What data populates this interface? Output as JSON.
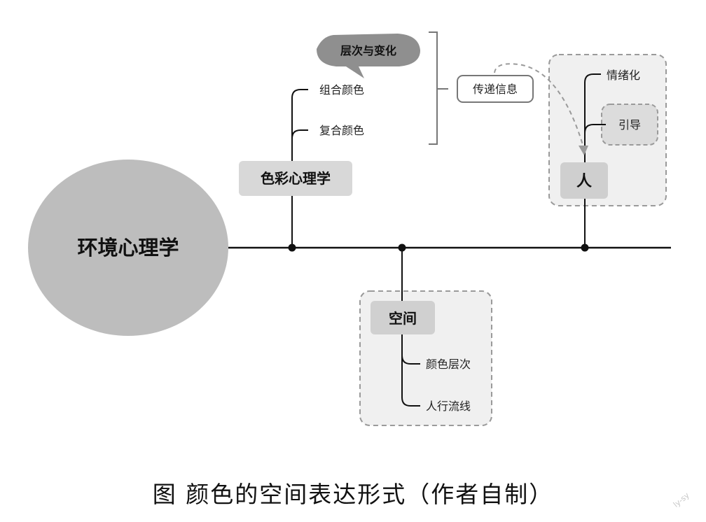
{
  "nodes": {
    "center": "环境心理学",
    "color_psychology": "色彩心理学",
    "combined_colors": "组合颜色",
    "compound_colors": "复合颜色",
    "layers_and_change": "层次与变化",
    "convey_info": "传递信息",
    "person": "人",
    "emotion": "情绪化",
    "guide": "引导",
    "space": "空间",
    "color_layers": "颜色层次",
    "pedestrian_flow": "人行流线"
  },
  "caption": "图  颜色的空间表达形式（作者自制）",
  "watermark": "ly-sy",
  "colors": {
    "line": "#111111",
    "circle": "#bdbdbd",
    "box": "#d8d8d8",
    "group_fill": "#f0f0f0",
    "dashed": "#9a9a9a",
    "bubble": "#8f8f8f"
  }
}
